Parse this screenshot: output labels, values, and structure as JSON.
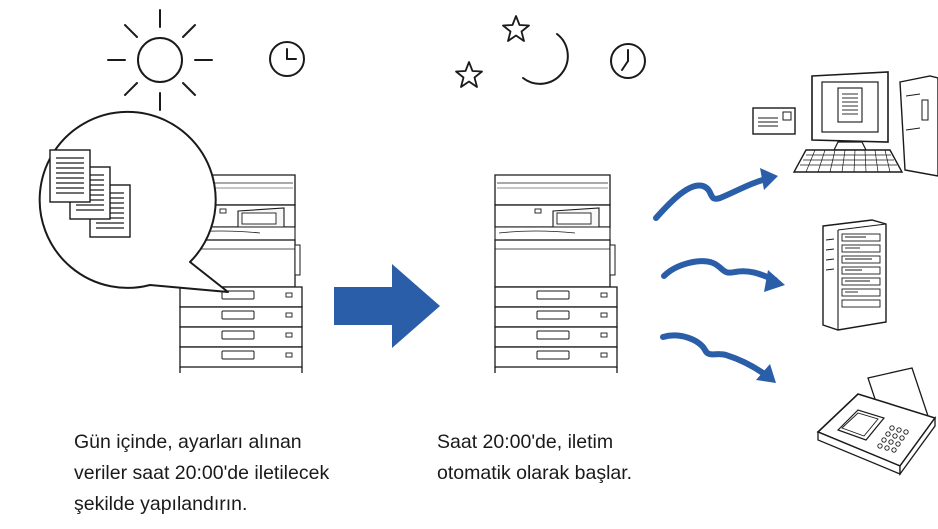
{
  "captions": {
    "left": {
      "line1": "Gün içinde, ayarları alınan",
      "line2": "veriler saat 20:00'de iletilecek",
      "line3": "şekilde yapılandırın."
    },
    "middle": {
      "line1": "Saat 20:00'de, iletim",
      "line2": "otomatik olarak başlar."
    }
  },
  "icons": [
    "sun-icon",
    "clock-icon",
    "star-icon",
    "moon-icon",
    "document-stack-icon",
    "printer-icon",
    "arrow-right-icon",
    "wavy-arrow-icon",
    "email-icon",
    "computer-icon",
    "server-icon",
    "fax-icon"
  ],
  "colors": {
    "arrow": "#2a5ea8",
    "line": "#1a1a1a"
  }
}
